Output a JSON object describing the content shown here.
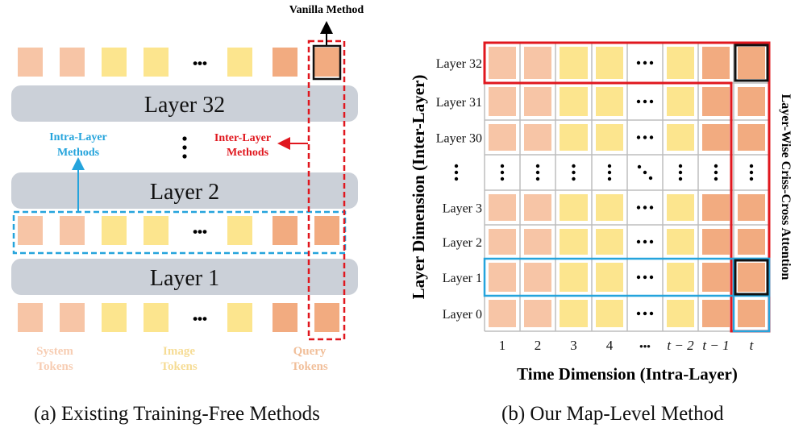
{
  "left": {
    "vanilla_label": "Vanilla Method",
    "layer_labels": [
      "Layer 32",
      "Layer 2",
      "Layer 1"
    ],
    "intra_label": [
      "Intra-Layer",
      "Methods"
    ],
    "inter_label": [
      "Inter-Layer",
      "Methods"
    ],
    "ellipsis": "•••",
    "token_labels": [
      {
        "lines": [
          "System",
          "Tokens"
        ],
        "color": "#f7cdb3"
      },
      {
        "lines": [
          "Image",
          "Tokens"
        ],
        "color": "#f6dc95"
      },
      {
        "lines": [
          "Query",
          "Tokens"
        ],
        "color": "#f1bf9a"
      }
    ],
    "caption": "(a)  Existing Training-Free Methods"
  },
  "right": {
    "row_labels": [
      "Layer 32",
      "Layer 31",
      "Layer 30",
      "⋮",
      "Layer 3",
      "Layer 2",
      "Layer 1",
      "Layer 0"
    ],
    "col_labels": [
      "1",
      "2",
      "3",
      "4",
      "•••",
      "t − 2",
      "t − 1",
      "t"
    ],
    "y_title": "Layer Dimension  (Inter-Layer)",
    "x_title": "Time Dimension  (Intra-Layer)",
    "side_title": "Layer-Wise Criss-Cross Attention",
    "caption": "(b)  Our Map-Level Method"
  },
  "colors": {
    "system": "#f7c5a6",
    "image": "#fce58e",
    "query": "#f2ab80",
    "layer_box": "#cbd0d8",
    "red": "#e0171e",
    "blue": "#25a4dc"
  }
}
